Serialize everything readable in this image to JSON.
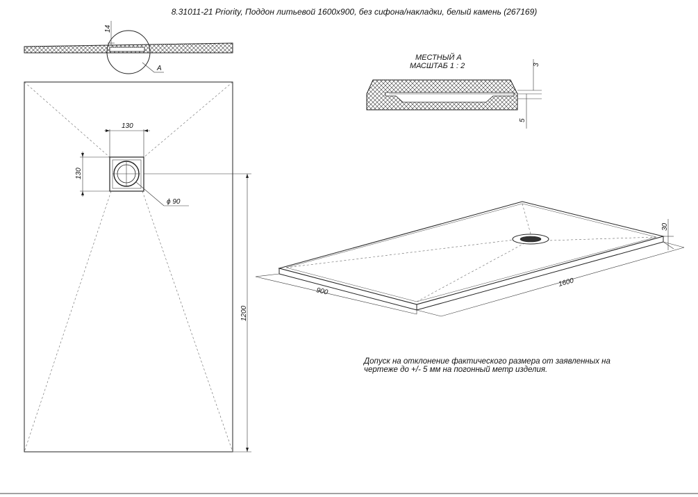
{
  "title": "8.31011-21 Priority, Поддон литьевой 1600x900, без сифона/накладки, белый камень (267169)",
  "side_view": {
    "dim_height": "14",
    "detail_marker": "A"
  },
  "plan_view": {
    "dim_drain_width": "130",
    "dim_drain_height": "130",
    "dim_drain_diameter": "ϕ 90",
    "dim_length": "1200"
  },
  "detail": {
    "title_line1": "МЕСТНЫЙ А",
    "title_line2": "МАСШТАБ 1 : 2",
    "dim_top": "3",
    "dim_bottom": "5"
  },
  "iso_view": {
    "dim_width": "900",
    "dim_length": "1600",
    "dim_height": "30"
  },
  "tolerance_note": {
    "line1": "Допуск на отклонение фактического размера от заявленных на",
    "line2": "чертеже до +/- 5 мм на погонный метр изделия."
  }
}
